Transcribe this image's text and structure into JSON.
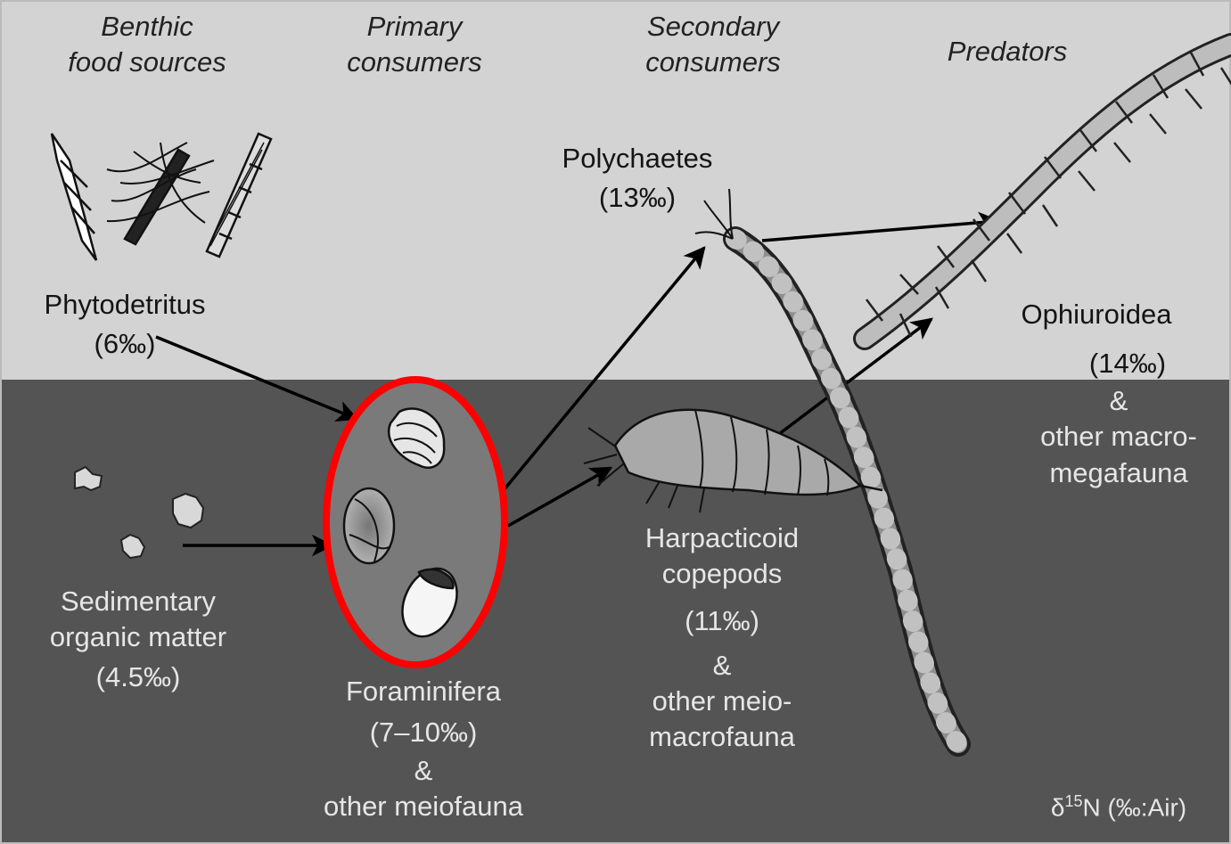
{
  "headers": {
    "benthic": [
      "Benthic",
      "food sources"
    ],
    "primary": [
      "Primary",
      "consumers"
    ],
    "secondary": [
      "Secondary",
      "consumers"
    ],
    "predators": "Predators"
  },
  "nodes": {
    "phytodetritus": {
      "name": "Phytodetritus",
      "value": "(6‰)"
    },
    "sediment": {
      "name": [
        "Sedimentary",
        "organic matter"
      ],
      "value": "(4.5‰)"
    },
    "foraminifera": {
      "name": "Foraminifera",
      "value": "(7–10‰)",
      "amp": "&",
      "extra": "other meiofauna"
    },
    "polychaetes": {
      "name": "Polychaetes",
      "value": "(13‰)"
    },
    "copepods": {
      "name": [
        "Harpacticoid",
        "copepods"
      ],
      "value": "(11‰)",
      "amp": "&",
      "extra": [
        "other meio-",
        "macrofauna"
      ]
    },
    "ophiuroidea": {
      "name": "Ophiuroidea",
      "value": "(14‰)",
      "amp": "&",
      "extra": [
        "other macro-",
        "megafauna"
      ]
    }
  },
  "axis_note": {
    "prefix": "δ",
    "sup": "15",
    "suffix": "N (‰:Air)"
  },
  "colors": {
    "top_bg": "#d3d3d3",
    "bottom_bg": "#545454",
    "highlight": "#ff0000",
    "arrow": "#000000"
  }
}
